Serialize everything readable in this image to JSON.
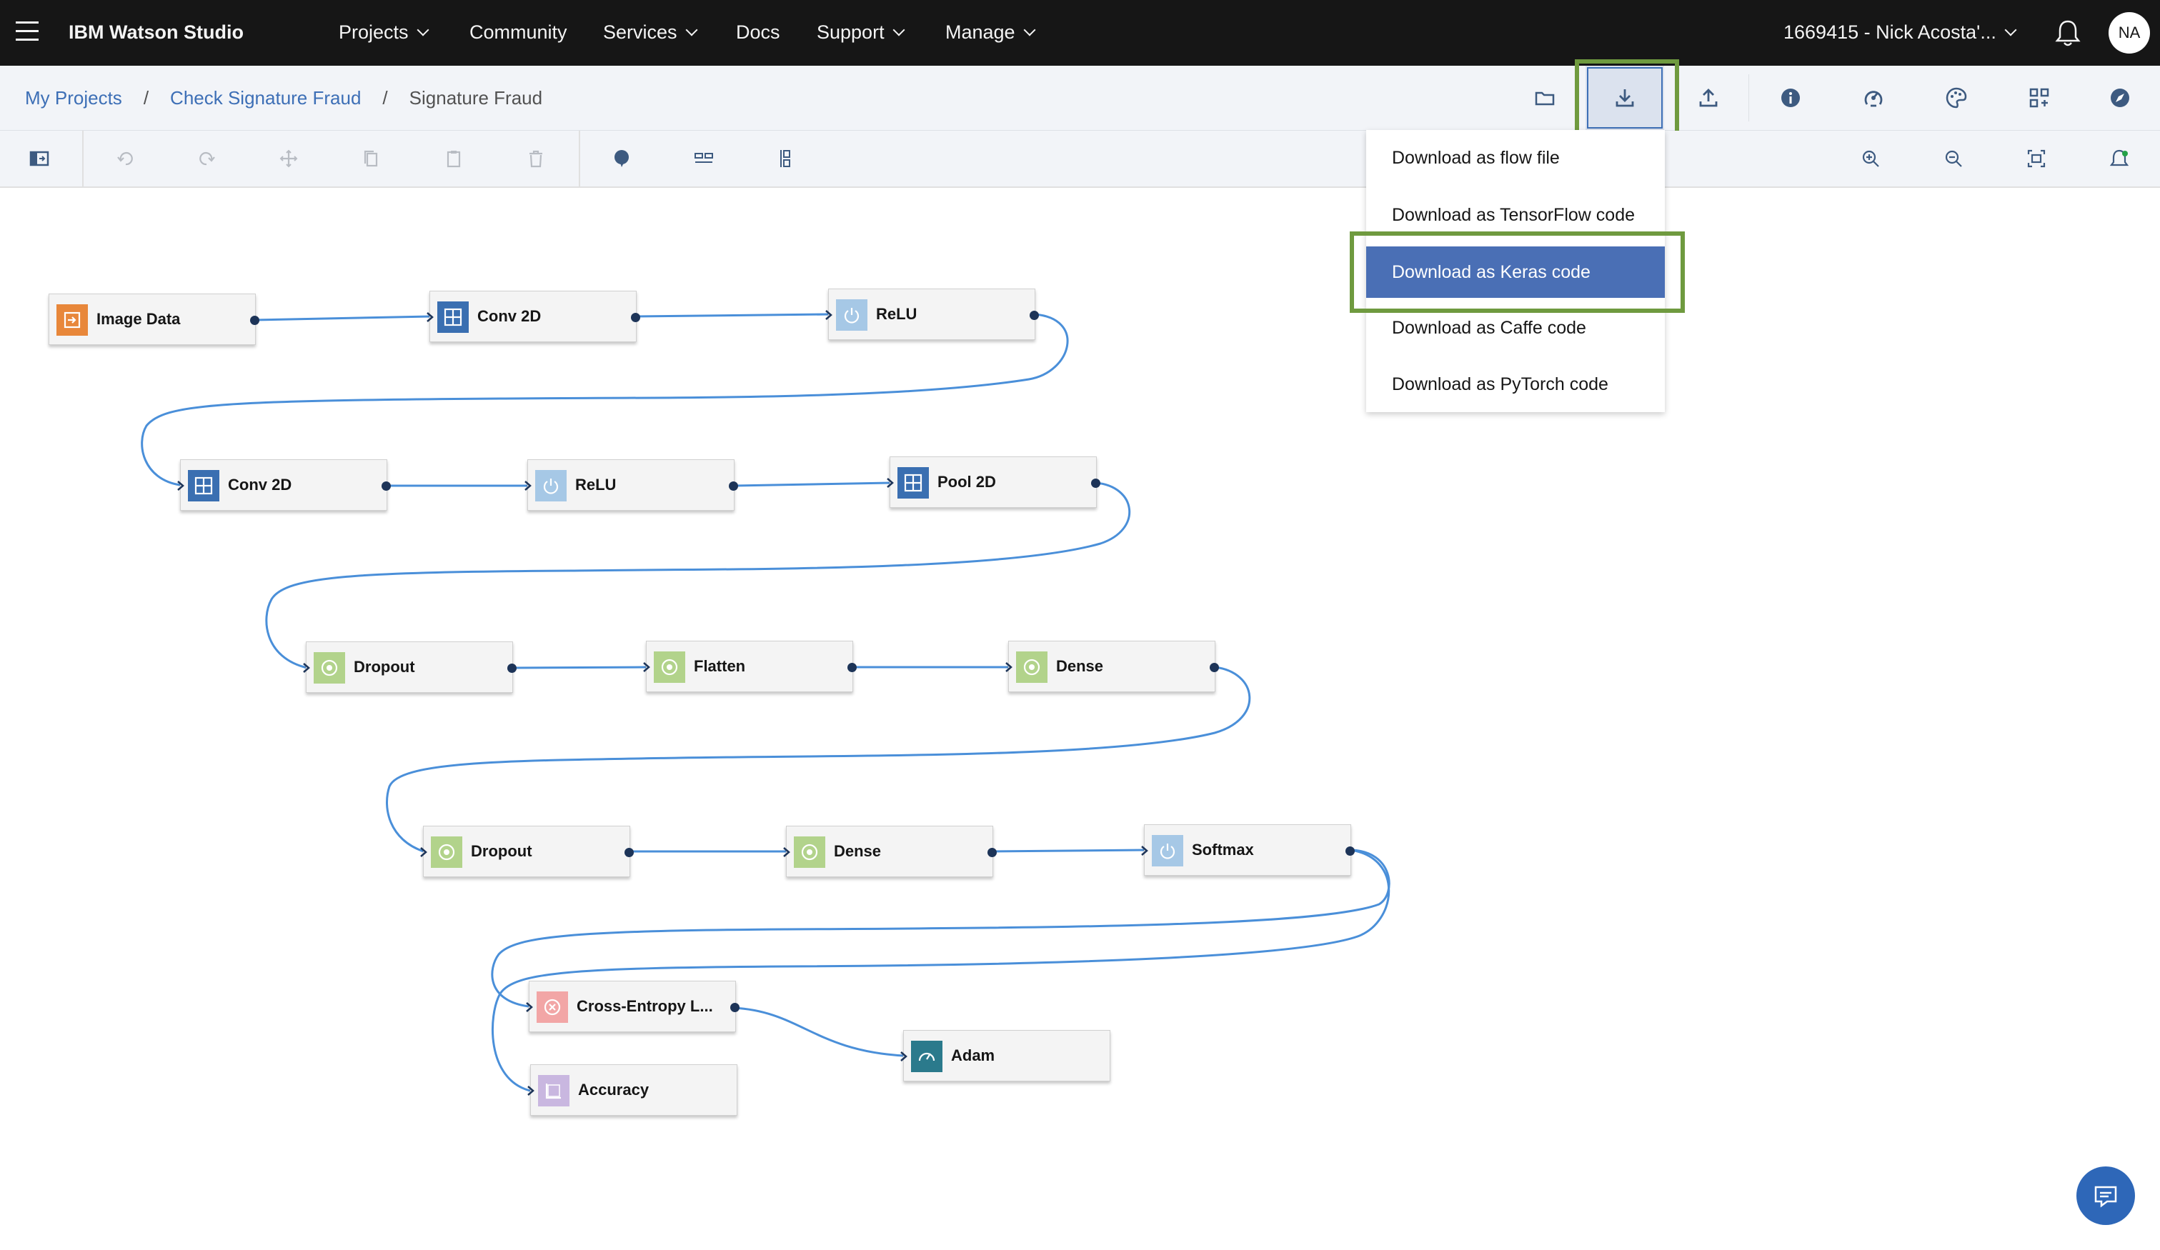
{
  "header": {
    "brand": "IBM Watson Studio",
    "nav": [
      {
        "label": "Projects",
        "has_menu": true
      },
      {
        "label": "Community",
        "has_menu": false
      },
      {
        "label": "Services",
        "has_menu": true
      },
      {
        "label": "Docs",
        "has_menu": false
      },
      {
        "label": "Support",
        "has_menu": true
      },
      {
        "label": "Manage",
        "has_menu": true
      }
    ],
    "account": "1669415 - Nick Acosta'...",
    "avatar_initials": "NA",
    "icons": [
      "menu-icon",
      "notification-bell-icon"
    ]
  },
  "breadcrumb": {
    "items": [
      "My Projects",
      "Check Signature Fraud",
      "Signature Fraud"
    ],
    "separator": "/"
  },
  "toolbar": {
    "buttons": [
      "open-folder-icon",
      "download-icon",
      "upload-icon",
      "info-icon",
      "hyperparameter-icon",
      "color-palette-icon",
      "layout-icon",
      "compass-icon"
    ],
    "active": "download-icon"
  },
  "canvas_toolbar": {
    "buttons": [
      "toggle-palette-icon",
      "undo-icon",
      "redo-icon",
      "move-icon",
      "copy-icon",
      "paste-icon",
      "delete-icon",
      "comment-icon",
      "arrange-horizontal-icon",
      "arrange-vertical-icon",
      "zoom-in-icon",
      "zoom-out-icon",
      "fit-to-screen-icon",
      "notifications-icon"
    ]
  },
  "download_menu": {
    "items": [
      "Download as flow file",
      "Download as TensorFlow code",
      "Download as Keras code",
      "Download as Caffe code",
      "Download as PyTorch code"
    ],
    "selected_index": 2
  },
  "nodes": [
    {
      "label": "Image Data",
      "type": "data"
    },
    {
      "label": "Conv 2D",
      "type": "conv"
    },
    {
      "label": "ReLU",
      "type": "relu"
    },
    {
      "label": "Conv 2D",
      "type": "conv"
    },
    {
      "label": "ReLU",
      "type": "relu"
    },
    {
      "label": "Pool 2D",
      "type": "conv"
    },
    {
      "label": "Dropout",
      "type": "core"
    },
    {
      "label": "Flatten",
      "type": "core"
    },
    {
      "label": "Dense",
      "type": "core"
    },
    {
      "label": "Dropout",
      "type": "core"
    },
    {
      "label": "Dense",
      "type": "core"
    },
    {
      "label": "Softmax",
      "type": "relu"
    },
    {
      "label": "Cross-Entropy L...",
      "type": "loss"
    },
    {
      "label": "Accuracy",
      "type": "acc"
    },
    {
      "label": "Adam",
      "type": "opt"
    }
  ],
  "colors": {
    "header_bg": "#161616",
    "link": "#3d6fb6",
    "highlight_box": "#6f9a3f",
    "menu_selected": "#4a6fb5",
    "edge": "#4a8fd9"
  }
}
